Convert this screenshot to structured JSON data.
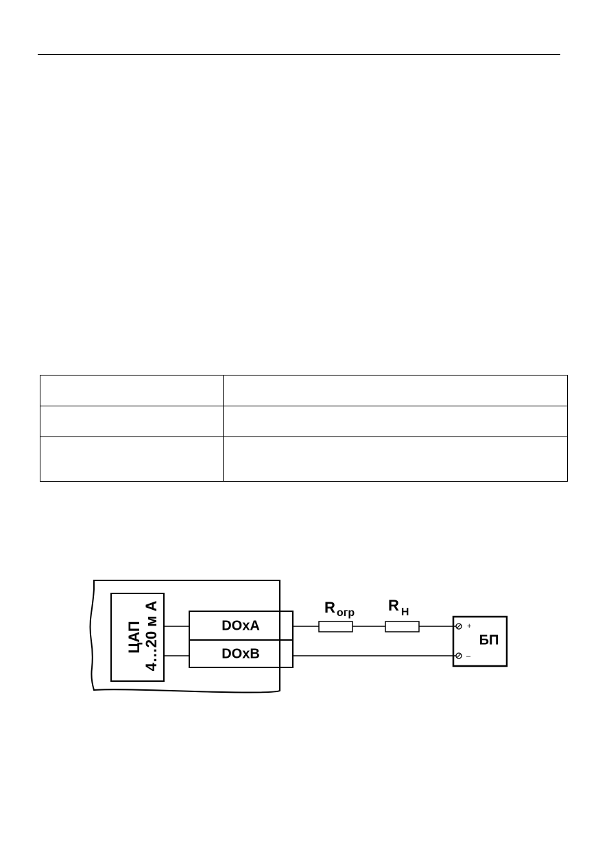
{
  "diagram": {
    "dac_label": "ЦАП",
    "dac_range": "4…20 м  А",
    "channel_a": "DOxA",
    "channel_b": "DOxB",
    "r_limit": "R",
    "r_limit_sub": "огр",
    "r_load": "R",
    "r_load_sub": "Н",
    "psu_label": "БП",
    "psu_plus": "+",
    "psu_minus": "–"
  },
  "colors": {
    "ink": "#000000",
    "paper": "#ffffff"
  }
}
